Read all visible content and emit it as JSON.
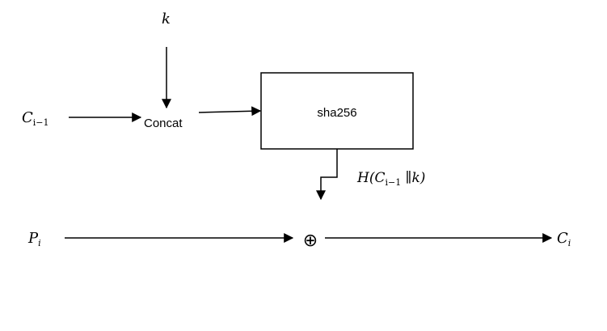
{
  "nodes": {
    "k": {
      "text": "k"
    },
    "c_prev": {
      "base": "C",
      "sub": "i−1"
    },
    "concat": {
      "label": "Concat"
    },
    "sha256": {
      "label": "sha256"
    },
    "hash_output": {
      "prefix": "H(",
      "base": "C",
      "sub": "i−1",
      "concat": " ∥",
      "key": "k",
      "suffix": ")"
    },
    "p_i": {
      "base": "P",
      "sub": "i"
    },
    "xor": {
      "symbol": "⊕"
    },
    "c_i": {
      "base": "C",
      "sub": "i"
    }
  },
  "colors": {
    "stroke": "#000000",
    "text": "#000000",
    "background": "#ffffff"
  }
}
